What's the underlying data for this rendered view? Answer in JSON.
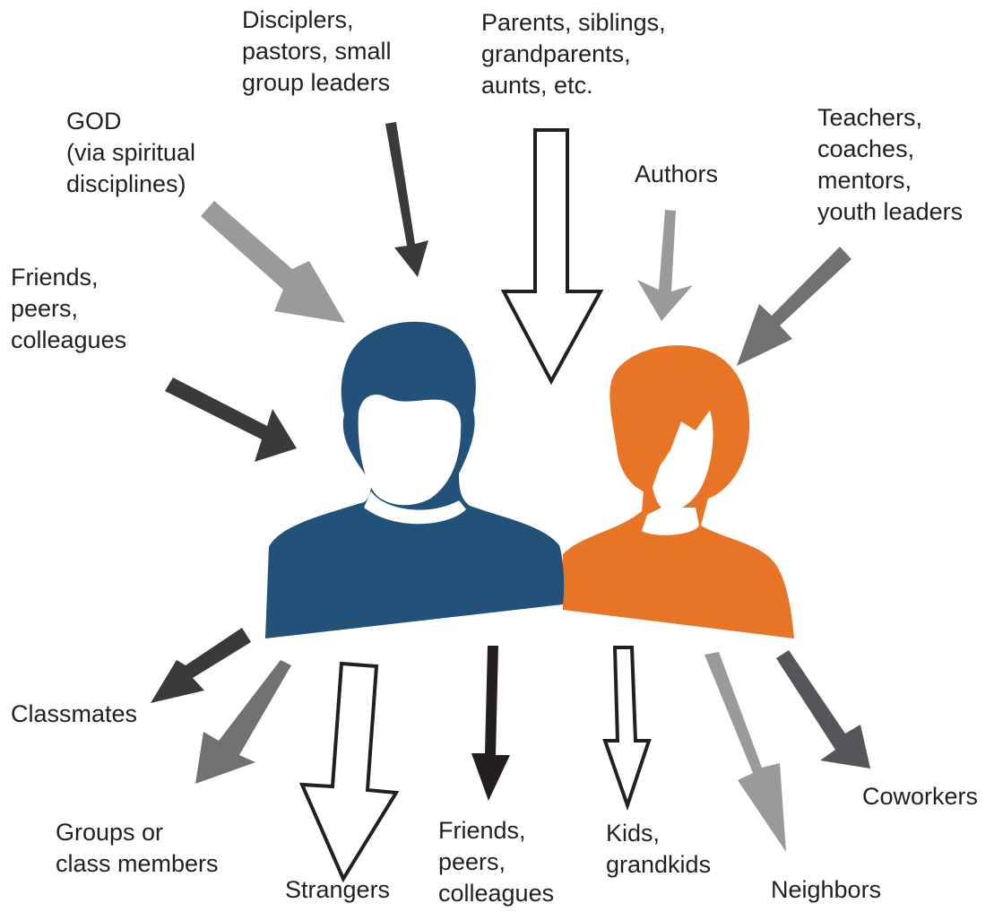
{
  "diagram": {
    "colors": {
      "male_figure": "#22527a",
      "female_figure": "#e87425",
      "arrow_dark": "#3a3a3a",
      "arrow_black": "#231f20",
      "arrow_mid": "#707173",
      "arrow_light": "#999a9c",
      "arrow_outline": "#231f20"
    },
    "figures": [
      {
        "id": "man",
        "icon": "man-silhouette-icon"
      },
      {
        "id": "woman",
        "icon": "woman-silhouette-icon"
      }
    ],
    "inbound_labels": {
      "god": "GOD\n(via spiritual\ndisciplines)",
      "disciplers": "Disciplers,\npastors, small\ngroup leaders",
      "parents": "Parents, siblings,\ngrandparents,\naunts, etc.",
      "authors": "Authors",
      "teachers": "Teachers,\ncoaches,\nmentors,\nyouth leaders",
      "friends_in": "Friends,\npeers,\ncolleagues"
    },
    "outbound_labels": {
      "classmates": "Classmates",
      "groups": "Groups or\nclass members",
      "strangers": "Strangers",
      "friends_out": "Friends,\npeers,\ncolleagues",
      "kids": "Kids,\ngrandkids",
      "neighbors": "Neighbors",
      "coworkers": "Coworkers"
    }
  }
}
